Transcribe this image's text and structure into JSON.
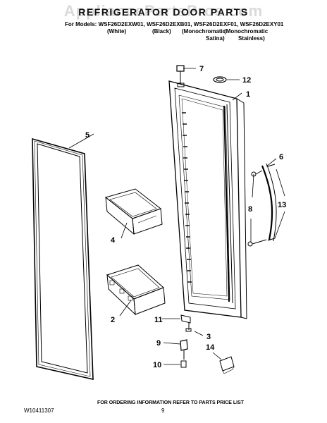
{
  "watermark": "AppliancePartsPros.com",
  "title": "REFRIGERATOR DOOR PARTS",
  "models_prefix": "For Models:",
  "models": [
    "WSF26D2EXW01",
    "WSF26D2EXB01",
    "WSF26D2EXF01",
    "WSF26D2EXY01"
  ],
  "finishes": {
    "white": "(White)",
    "black": "(Black)",
    "mono_line1": "(Monochromatic",
    "mono_line2": "Satina)",
    "mono2_line1": "(Monochromatic",
    "mono2_line2": "Stainless)"
  },
  "callouts": {
    "c1": "1",
    "c2": "2",
    "c3": "3",
    "c4": "4",
    "c5": "5",
    "c6": "6",
    "c7": "7",
    "c8": "8",
    "c9": "9",
    "c10": "10",
    "c11": "11",
    "c12": "12",
    "c13": "13",
    "c14": "14"
  },
  "footer": {
    "doc_number": "W10411307",
    "ordering_note": "FOR ORDERING INFORMATION REFER TO PARTS PRICE LIST",
    "page_number": "9"
  }
}
